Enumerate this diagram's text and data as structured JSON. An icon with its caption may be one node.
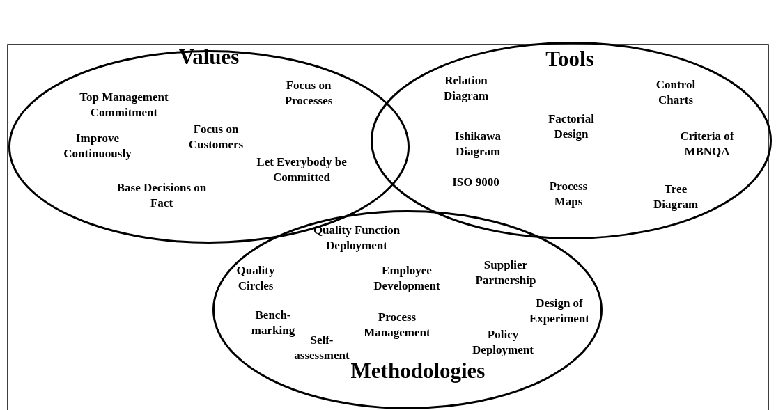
{
  "diagram": {
    "nodes": [
      {
        "text": [
          "Values",
          "Top Management Commitment",
          "Focus on Processes",
          "Focus on Customers",
          "Improve Continuously",
          "Let Everybody be Committed",
          "Base Decisions on Fact"
        ]
      },
      {
        "text": [
          "Tools",
          "Relation Diagram",
          "Control Charts",
          "Factorial Design",
          "Ishikawa Diagram",
          "Criteria of MBNQA",
          "ISO 9000",
          "Process Maps",
          "Tree Diagram"
        ]
      },
      {
        "text": [
          "Quality Function Deployment",
          "Quality Circles",
          "Employee Development",
          "Supplier Partnership",
          "Design of Experiment",
          "Bench- marking",
          "Process Management",
          "Self- assessment",
          "Policy Deployment",
          "Methodologies"
        ]
      }
    ],
    "edges": []
  }
}
